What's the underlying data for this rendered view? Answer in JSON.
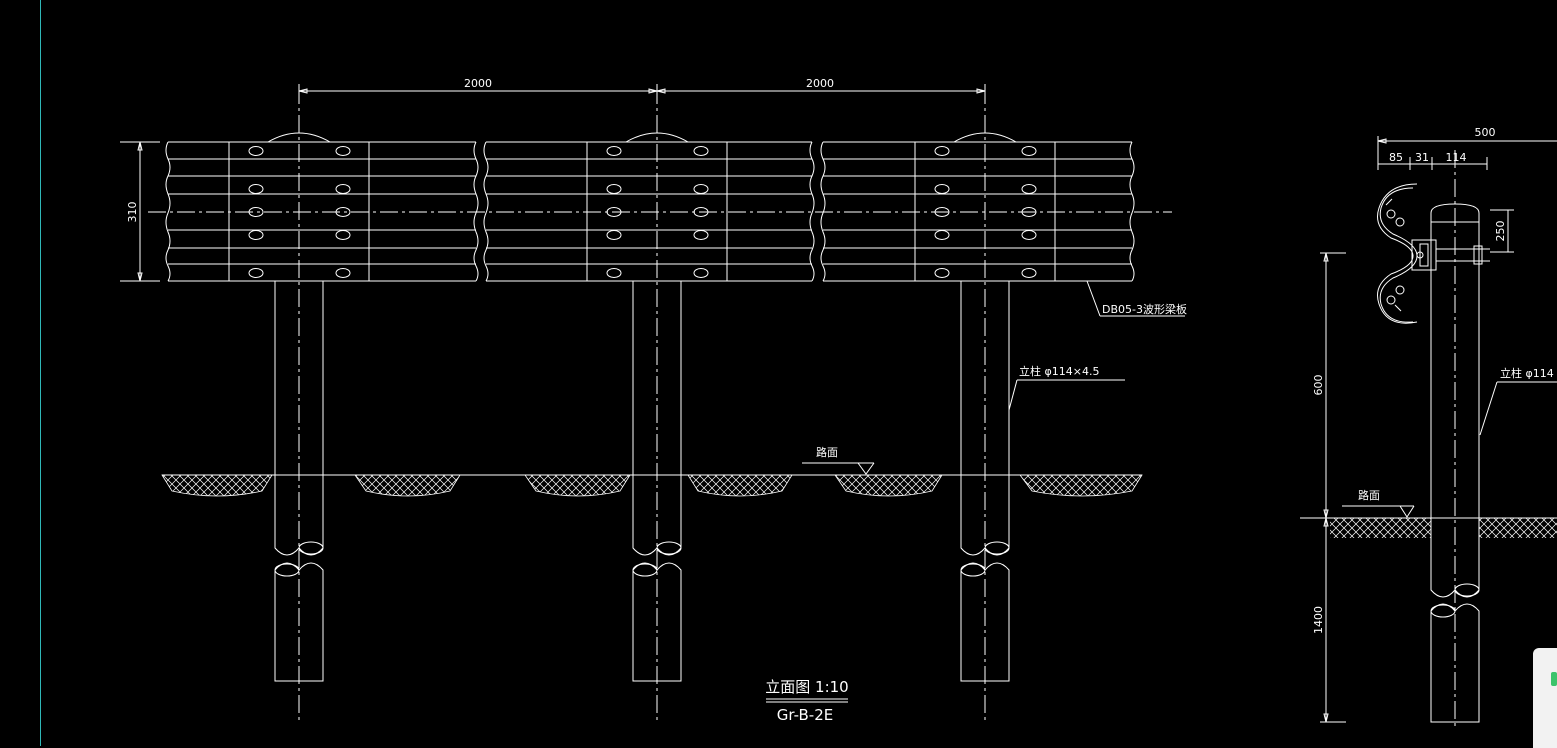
{
  "labels": {
    "span_1": "2000",
    "span_2": "2000",
    "rail_height": "310",
    "beam_note": "DB05-3波形梁板",
    "post_note": "立柱 φ114×4.5",
    "road_surface": "路面",
    "title_line_1": "立面图 1:10",
    "title_line_2": "Gr-B-2E",
    "side_total": "500",
    "side_dim_a": "85",
    "side_dim_b": "31",
    "side_dim_c": "114",
    "side_dim_bolt": "250",
    "side_height_above": "600",
    "side_height_below": "1400",
    "side_post_note": "立柱 φ114",
    "side_road_surface": "路面"
  },
  "colors": {
    "background": "#000000",
    "lines": "#ffffff",
    "viewport_edge": "#2fb7b7"
  }
}
